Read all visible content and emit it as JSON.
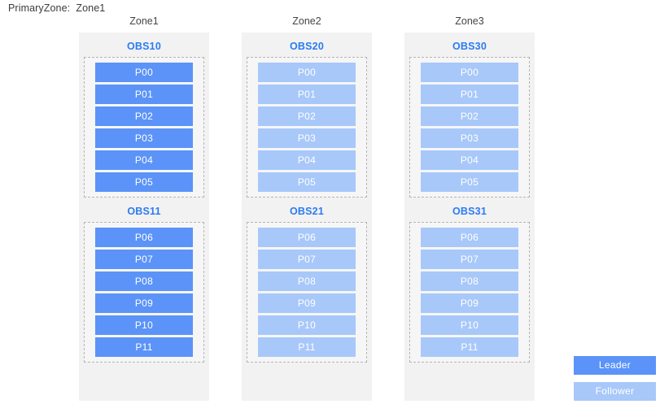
{
  "header": {
    "primary_zone_label": "PrimaryZone:",
    "primary_zone_value": "Zone1",
    "primary_zone_text": "PrimaryZone:  Zone1"
  },
  "colors": {
    "leader": "#5b93f8",
    "follower": "#a8c8fa",
    "obs_label": "#2b7bf3",
    "panel_background": "#f2f2f2",
    "box_border": "#b5b5b5"
  },
  "zones": [
    {
      "title": "Zone1",
      "role": "leader",
      "obs_groups": [
        {
          "label": "OBS10",
          "partitions": [
            {
              "label": "P00",
              "role": "leader"
            },
            {
              "label": "P01",
              "role": "leader"
            },
            {
              "label": "P02",
              "role": "leader"
            },
            {
              "label": "P03",
              "role": "leader"
            },
            {
              "label": "P04",
              "role": "leader"
            },
            {
              "label": "P05",
              "role": "leader"
            }
          ]
        },
        {
          "label": "OBS11",
          "partitions": [
            {
              "label": "P06",
              "role": "leader"
            },
            {
              "label": "P07",
              "role": "leader"
            },
            {
              "label": "P08",
              "role": "leader"
            },
            {
              "label": "P09",
              "role": "leader"
            },
            {
              "label": "P10",
              "role": "leader"
            },
            {
              "label": "P11",
              "role": "leader"
            }
          ]
        }
      ]
    },
    {
      "title": "Zone2",
      "role": "follower",
      "obs_groups": [
        {
          "label": "OBS20",
          "partitions": [
            {
              "label": "P00",
              "role": "follower"
            },
            {
              "label": "P01",
              "role": "follower"
            },
            {
              "label": "P02",
              "role": "follower"
            },
            {
              "label": "P03",
              "role": "follower"
            },
            {
              "label": "P04",
              "role": "follower"
            },
            {
              "label": "P05",
              "role": "follower"
            }
          ]
        },
        {
          "label": "OBS21",
          "partitions": [
            {
              "label": "P06",
              "role": "follower"
            },
            {
              "label": "P07",
              "role": "follower"
            },
            {
              "label": "P08",
              "role": "follower"
            },
            {
              "label": "P09",
              "role": "follower"
            },
            {
              "label": "P10",
              "role": "follower"
            },
            {
              "label": "P11",
              "role": "follower"
            }
          ]
        }
      ]
    },
    {
      "title": "Zone3",
      "role": "follower",
      "obs_groups": [
        {
          "label": "OBS30",
          "partitions": [
            {
              "label": "P00",
              "role": "follower"
            },
            {
              "label": "P01",
              "role": "follower"
            },
            {
              "label": "P02",
              "role": "follower"
            },
            {
              "label": "P03",
              "role": "follower"
            },
            {
              "label": "P04",
              "role": "follower"
            },
            {
              "label": "P05",
              "role": "follower"
            }
          ]
        },
        {
          "label": "OBS31",
          "partitions": [
            {
              "label": "P06",
              "role": "follower"
            },
            {
              "label": "P07",
              "role": "follower"
            },
            {
              "label": "P08",
              "role": "follower"
            },
            {
              "label": "P09",
              "role": "follower"
            },
            {
              "label": "P10",
              "role": "follower"
            },
            {
              "label": "P11",
              "role": "follower"
            }
          ]
        }
      ]
    }
  ],
  "legend": [
    {
      "label": "Leader",
      "role": "leader"
    },
    {
      "label": "Follower",
      "role": "follower"
    }
  ]
}
